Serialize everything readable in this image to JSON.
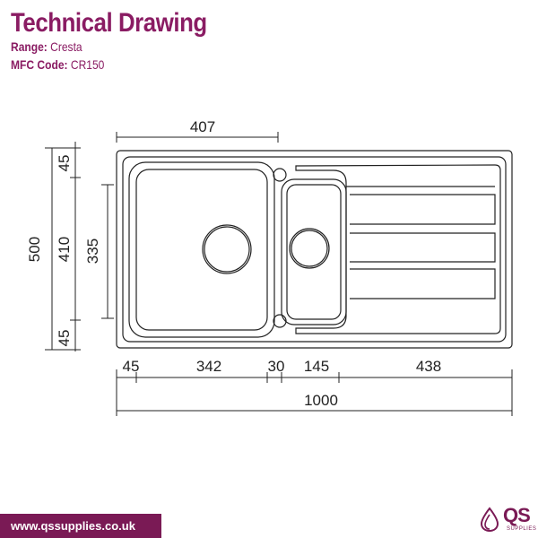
{
  "header": {
    "title": "Technical Drawing",
    "range_label": "Range:",
    "range_value": "Cresta",
    "mfc_label": "MFC Code:",
    "mfc_value": "CR150"
  },
  "dimensions": {
    "top_bowl_width": "407",
    "overall_depth": "500",
    "top_margin": "45",
    "bowl_depth": "410",
    "bottom_margin": "45",
    "bowl_inner_depth": "335",
    "left_margin": "45",
    "main_bowl_width": "342",
    "bowl_gap": "30",
    "half_bowl_width": "145",
    "drainer_width": "438",
    "overall_width": "1000"
  },
  "footer": {
    "website": "www.qssupplies.co.uk",
    "logo_text": "QS",
    "logo_sub": "SUPPLIES"
  },
  "colors": {
    "brand": "#8a1c63",
    "line": "#222222"
  }
}
